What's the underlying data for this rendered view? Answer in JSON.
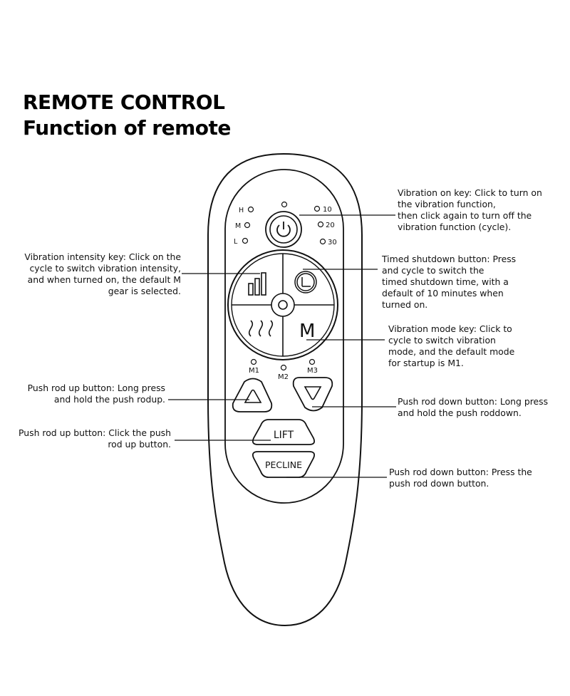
{
  "header": {
    "title": "REMOTE CONTROL",
    "subtitle": "Function of remote"
  },
  "indicators": {
    "left": [
      "H",
      "M",
      "L"
    ],
    "right": [
      "10",
      "20",
      "30"
    ],
    "modes": [
      "M1",
      "M2",
      "M3"
    ]
  },
  "buttons": {
    "mode_key_label": "M",
    "lift_label": "LIFT",
    "recline_label": "PECLINE"
  },
  "annotations": {
    "vibration_on": [
      "Vibration on key: Click to turn on",
      "the vibration function,",
      "then click again to turn off the",
      "vibration function (cycle)."
    ],
    "intensity": [
      "Vibration intensity key: Click on the",
      "cycle to switch vibration intensity,",
      "and when turned on, the default M",
      "gear is selected."
    ],
    "timer": [
      "Timed shutdown button: Press",
      "and cycle to switch the",
      "timed shutdown time, with a",
      "default of 10 minutes when",
      "turned on."
    ],
    "mode": [
      "Vibration mode key: Click to",
      "cycle to switch vibration",
      "mode, and the default mode",
      "for startup is M1."
    ],
    "rod_up_long": [
      "Push rod up button: Long press",
      "and hold the push rodup."
    ],
    "rod_down_long": [
      "Push rod down button: Long press",
      "and hold the push roddown."
    ],
    "rod_up_click": [
      "Push rod up button: Click the push",
      "rod up button."
    ],
    "rod_down_press": [
      "Push rod down button: Press the",
      "push rod down button."
    ]
  }
}
